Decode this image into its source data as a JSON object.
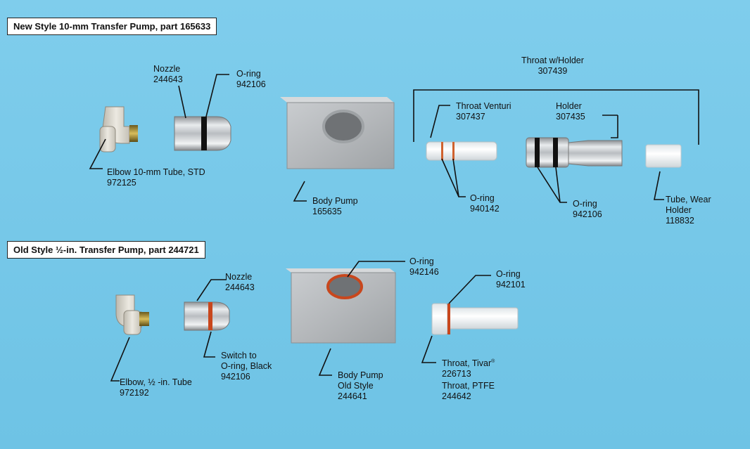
{
  "sections": {
    "new": {
      "title": "New Style 10-mm Transfer Pump, part 165633",
      "labels": {
        "nozzle": [
          "Nozzle",
          "244643"
        ],
        "oring_nozzle": [
          "O-ring",
          "942106"
        ],
        "elbow": [
          "Elbow 10-mm Tube, STD",
          "972125"
        ],
        "body": [
          "Body Pump",
          "165635"
        ],
        "throat_holder": [
          "Throat w/Holder",
          "307439"
        ],
        "throat_venturi": [
          "Throat Venturi",
          "307437"
        ],
        "holder": [
          "Holder",
          "307435"
        ],
        "oring_venturi": [
          "O-ring",
          "940142"
        ],
        "oring_holder": [
          "O-ring",
          "942106"
        ],
        "tube_wear": [
          "Tube, Wear",
          "Holder",
          "118832"
        ]
      }
    },
    "old": {
      "title": "Old Style ½-in. Transfer Pump, part 244721",
      "labels": {
        "nozzle": [
          "Nozzle",
          "244643"
        ],
        "switch": [
          "Switch to",
          "O-ring, Black",
          "942106"
        ],
        "elbow": [
          "Elbow, ½ -in. Tube",
          "972192"
        ],
        "oring_body": [
          "O-ring",
          "942146"
        ],
        "body": [
          "Body Pump",
          "Old Style",
          "244641"
        ],
        "oring_throat": [
          "O-ring",
          "942101"
        ],
        "throat_tivar": [
          "Throat, Tivar",
          "226713",
          "Throat, PTFE",
          "244642"
        ],
        "tivar_mark": "®"
      }
    }
  }
}
